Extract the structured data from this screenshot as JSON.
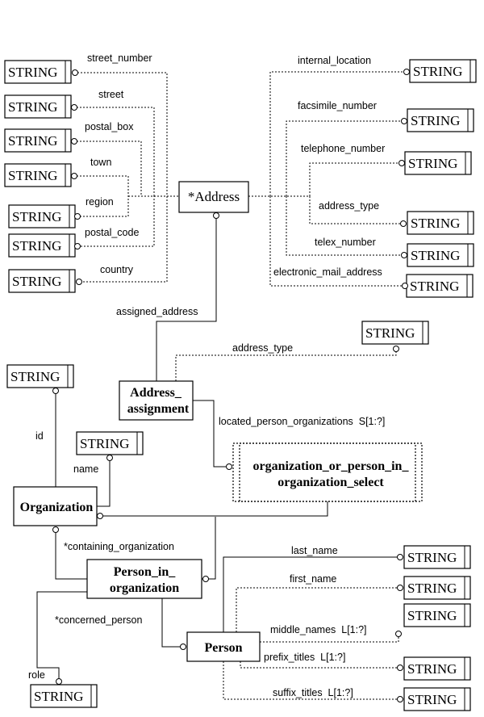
{
  "entities": {
    "address": "*Address",
    "address_assignment_l1": "Address_",
    "address_assignment_l2": "assignment",
    "select_l1": "organization_or_person_in_",
    "select_l2": "organization_select",
    "organization": "Organization",
    "person_in_org_l1": "Person_in_",
    "person_in_org_l2": "organization",
    "person": "Person"
  },
  "type_label": "STRING",
  "attributes": {
    "street_number": "street_number",
    "street": "street",
    "postal_box": "postal_box",
    "town": "town",
    "region": "region",
    "postal_code": "postal_code",
    "country": "country",
    "internal_location": "internal_location",
    "facsimile_number": "facsimile_number",
    "telephone_number": "telephone_number",
    "address_type": "address_type",
    "telex_number": "telex_number",
    "electronic_mail_address": "electronic_mail_address",
    "assigned_address": "assigned_address",
    "assignment_address_type": "address_type",
    "located_person_organizations": "located_person_organizations  S[1:?]",
    "id": "id",
    "name": "name",
    "containing_organization": "*containing_organization",
    "concerned_person": "*concerned_person",
    "role": "role",
    "last_name": "last_name",
    "first_name": "first_name",
    "middle_names": "middle_names  L[1:?]",
    "prefix_titles": "prefix_titles  L[1:?]",
    "suffix_titles": "suffix_titles  L[1:?]"
  }
}
